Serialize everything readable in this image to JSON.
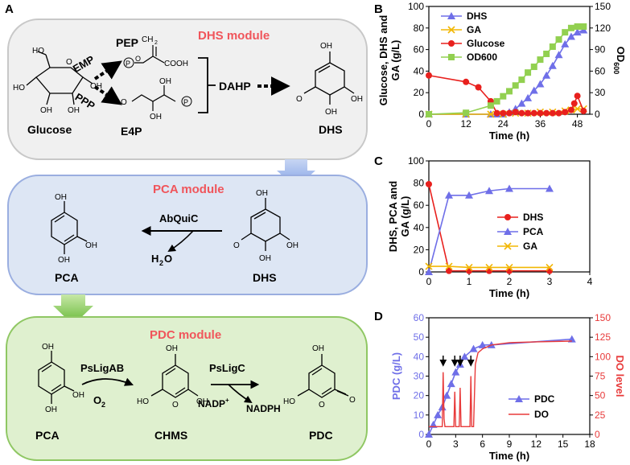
{
  "panel_letters": {
    "a": "A",
    "b": "B",
    "c": "C",
    "d": "D"
  },
  "colors": {
    "dhs_module_fill": "#f0f0f0",
    "pca_module_fill": "#dde6f4",
    "pdc_module_fill": "#dff0cf",
    "module_title": "#f0555b",
    "arrow_blue": "#8aa8e6",
    "arrow_green": "#7cc544",
    "series_red": "#e8201d",
    "series_blue": "#6f6fe8",
    "series_yellow": "#f2b705",
    "series_green": "#92d050",
    "do_red": "#e83a3a"
  },
  "modules": {
    "dhs": {
      "title": "DHS module",
      "glucose": "Glucose",
      "emp": "EMP",
      "ppp": "PPP",
      "pep": "PEP",
      "e4p": "E4P",
      "dahp": "DAHP",
      "dhs": "DHS",
      "chem": {
        "ch2": "CH",
        "ch2_sub": "2",
        "cooh": "COOH",
        "p": "P",
        "oh": "OH",
        "o": "O",
        "ho": "HO"
      }
    },
    "pca": {
      "title": "PCA module",
      "enzyme": "AbQuiC",
      "water": "H",
      "water_sub": "2",
      "water_o": "O",
      "pca": "PCA",
      "dhs": "DHS"
    },
    "pdc": {
      "title": "PDC module",
      "enzyme1": "PsLigAB",
      "enzyme2": "PsLigC",
      "o2": "O",
      "o2_sub": "2",
      "nadp": "NADP",
      "nadp_sup": "+",
      "nadph": "NADPH",
      "pca": "PCA",
      "chms": "CHMS",
      "pdc": "PDC"
    }
  },
  "chart_data": [
    {
      "panel": "B",
      "type": "line",
      "ylabel": "Glucose, DHS and GA (g/L)",
      "y2label": "OD",
      "y2label_sub": "600",
      "xlabel": "Time (h)",
      "xlim": [
        0,
        52
      ],
      "xticks": [
        0,
        12,
        24,
        36,
        48
      ],
      "ylim": [
        0,
        100
      ],
      "yticks": [
        0,
        20,
        40,
        60,
        80,
        100
      ],
      "y2lim": [
        0,
        150
      ],
      "y2ticks": [
        0,
        30,
        60,
        90,
        120,
        150
      ],
      "legend": "top-left",
      "series": [
        {
          "name": "DHS",
          "axis": "left",
          "marker": "triangle",
          "color": "#6f6fe8",
          "x": [
            0,
            12,
            20,
            22,
            24,
            26,
            28,
            30,
            32,
            34,
            36,
            38,
            40,
            42,
            44,
            46,
            48,
            50
          ],
          "y": [
            0,
            0,
            0,
            0,
            0,
            2,
            5,
            10,
            15,
            22,
            28,
            36,
            45,
            55,
            65,
            72,
            76,
            78
          ]
        },
        {
          "name": "GA",
          "axis": "left",
          "marker": "x",
          "color": "#f2b705",
          "x": [
            0,
            12,
            20,
            24,
            28,
            32,
            36,
            40,
            44,
            46,
            48,
            50
          ],
          "y": [
            0,
            0,
            0,
            0,
            1,
            1,
            2,
            2,
            3,
            4,
            5,
            5
          ]
        },
        {
          "name": "Glucose",
          "axis": "left",
          "marker": "circle",
          "color": "#e8201d",
          "x": [
            0,
            12,
            16,
            20,
            22,
            24,
            26,
            28,
            30,
            32,
            34,
            36,
            38,
            40,
            42,
            44,
            46,
            47,
            48,
            50
          ],
          "y": [
            36,
            30,
            25,
            12,
            1,
            1,
            1,
            2,
            1,
            1,
            1,
            1,
            1,
            1,
            1,
            2,
            4,
            10,
            17,
            3
          ]
        },
        {
          "name": "OD600",
          "axis": "right",
          "marker": "square",
          "color": "#92d050",
          "x": [
            0,
            12,
            20,
            22,
            24,
            26,
            28,
            30,
            32,
            34,
            36,
            38,
            40,
            42,
            44,
            46,
            48,
            50
          ],
          "y": [
            0,
            2,
            12,
            18,
            25,
            32,
            40,
            48,
            58,
            66,
            76,
            84,
            94,
            104,
            114,
            120,
            122,
            122
          ]
        }
      ]
    },
    {
      "panel": "C",
      "type": "line",
      "ylabel": "DHS, PCA and GA (g/L)",
      "xlabel": "Time (h)",
      "xlim": [
        0,
        4
      ],
      "xticks": [
        0,
        1,
        2,
        3,
        4
      ],
      "ylim": [
        0,
        100
      ],
      "yticks": [
        0,
        20,
        40,
        60,
        80,
        100
      ],
      "legend": "right",
      "series": [
        {
          "name": "DHS",
          "marker": "circle",
          "color": "#e8201d",
          "x": [
            0,
            0.5,
            1,
            1.5,
            2,
            3
          ],
          "y": [
            79,
            1,
            1,
            1,
            1,
            1
          ]
        },
        {
          "name": "PCA",
          "marker": "triangle",
          "color": "#6f6fe8",
          "x": [
            0,
            0.5,
            1,
            1.5,
            2,
            3
          ],
          "y": [
            0,
            69,
            69,
            73,
            75,
            75
          ]
        },
        {
          "name": "GA",
          "marker": "x",
          "color": "#f2b705",
          "x": [
            0,
            0.5,
            1,
            1.5,
            2,
            3
          ],
          "y": [
            5,
            5,
            4,
            4,
            4,
            4
          ]
        }
      ]
    },
    {
      "panel": "D",
      "type": "line",
      "ylabel": "PDC (g/L)",
      "y2label": "DO level",
      "xlabel": "Time (h)",
      "xlim": [
        0,
        18
      ],
      "xticks": [
        0,
        3,
        6,
        9,
        12,
        15,
        18
      ],
      "ylim": [
        0,
        60
      ],
      "yticks": [
        0,
        10,
        20,
        30,
        40,
        50,
        60
      ],
      "y2lim": [
        0,
        150
      ],
      "y2ticks": [
        0,
        25,
        50,
        75,
        100,
        125,
        150
      ],
      "legend": "bottom-right",
      "series": [
        {
          "name": "PDC",
          "axis": "left",
          "marker": "triangle",
          "color": "#6f6fe8",
          "x": [
            0,
            0.5,
            1,
            1.5,
            2,
            2.5,
            3,
            3.5,
            4,
            5,
            6,
            7,
            16
          ],
          "y": [
            0,
            5,
            10,
            14,
            20,
            26,
            32,
            36,
            40,
            44,
            46,
            46,
            49
          ]
        },
        {
          "name": "DO",
          "axis": "right",
          "marker": "none",
          "color": "#e83a3a",
          "x": [
            0,
            0.5,
            1,
            1.5,
            1.6,
            1.7,
            1.8,
            2,
            2.4,
            2.8,
            2.9,
            3.0,
            3.2,
            3.4,
            3.5,
            3.6,
            3.8,
            4.2,
            4.6,
            4.7,
            4.8,
            5.0,
            5.2,
            5.3,
            5.5,
            6,
            7,
            9,
            12,
            16
          ],
          "y": [
            10,
            10,
            10,
            10,
            80,
            20,
            10,
            10,
            10,
            10,
            55,
            10,
            10,
            10,
            60,
            10,
            10,
            10,
            10,
            75,
            10,
            10,
            90,
            95,
            105,
            110,
            115,
            118,
            119,
            120
          ]
        }
      ],
      "arrows_at_x": [
        1.6,
        2.9,
        3.5,
        4.7
      ]
    }
  ]
}
